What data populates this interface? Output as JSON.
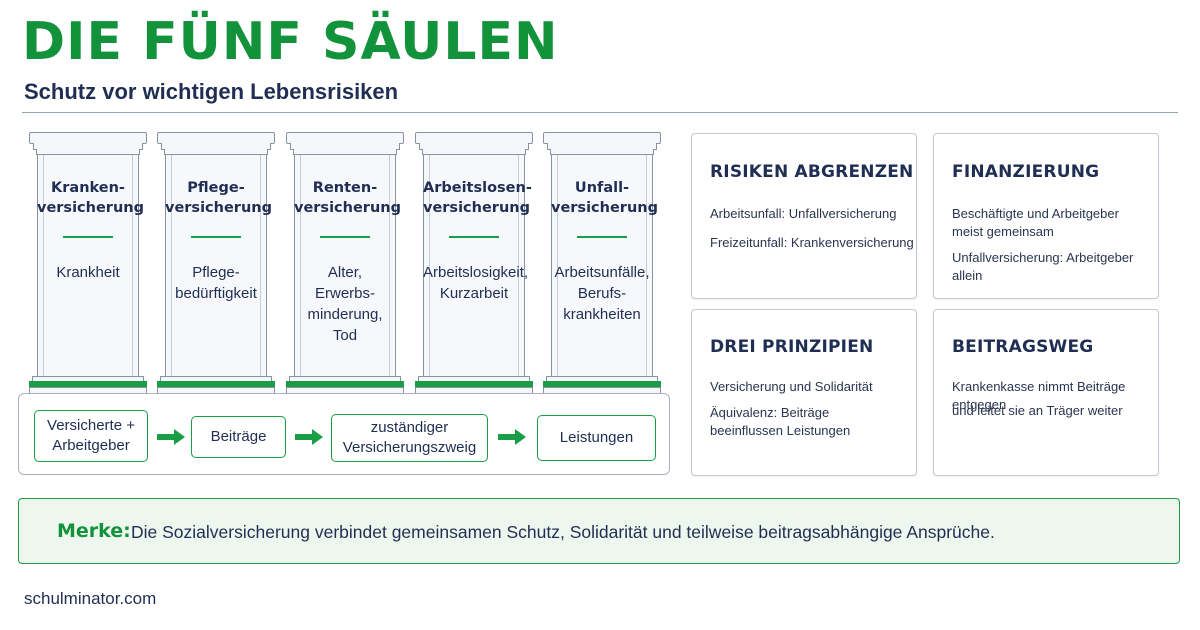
{
  "header": {
    "title": "DIE FÜNF SÄULEN",
    "subtitle": "Schutz vor wichtigen Lebensrisiken"
  },
  "pillars": [
    {
      "name": "Kranken-\nversicherung",
      "desc": "Krankheit"
    },
    {
      "name": "Pflege-\nversicherung",
      "desc": "Pflege-\nbedürftigkeit"
    },
    {
      "name": "Renten-\nversicherung",
      "desc": "Alter,\nErwerbs-\nminderung,\nTod"
    },
    {
      "name": "Arbeitslosen-\nversicherung",
      "desc": "Arbeitslosigkeit,\nKurzarbeit"
    },
    {
      "name": "Unfall-\nversicherung",
      "desc": "Arbeitsunfälle,\nBerufs-\nkrankheiten"
    }
  ],
  "flow": {
    "steps": [
      "Versicherte +\nArbeitgeber",
      "Beiträge",
      "zuständiger\nVersicherungszweig",
      "Leistungen"
    ]
  },
  "info_boxes": {
    "risiken": {
      "title": "RISIKEN ABGRENZEN",
      "lines": [
        "Arbeitsunfall: Unfallversicherung",
        "Freizeitunfall: Krankenversicherung"
      ]
    },
    "finanzierung": {
      "title": "FINANZIERUNG",
      "lines": [
        "Beschäftigte und Arbeitgeber\nmeist gemeinsam",
        "Unfallversicherung: Arbeitgeber allein"
      ]
    },
    "prinzipien": {
      "title": "DREI PRINZIPIEN",
      "lines": [
        "Versicherung und Solidarität",
        "Äquivalenz: Beiträge\nbeeinflussen Leistungen"
      ]
    },
    "beitragsweg": {
      "title": "BEITRAGSWEG",
      "lines": [
        "Krankenkasse nimmt Beiträge entgegen",
        "und leitet sie an Träger weiter"
      ]
    }
  },
  "merke": {
    "label": "Merke:",
    "text": "Die Sozialversicherung verbindet gemeinsamen Schutz, Solidarität und teilweise beitragsabhängige Ansprüche."
  },
  "footer": {
    "site": "schulminator.com"
  },
  "colors": {
    "accent_green": "#12923a",
    "navy": "#1f2e52",
    "border_gray": "#8a93a6"
  }
}
